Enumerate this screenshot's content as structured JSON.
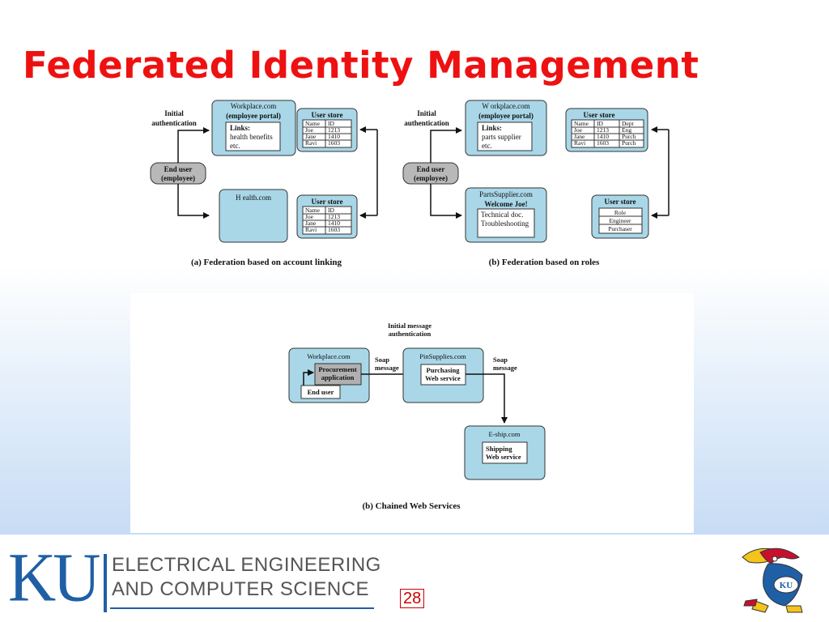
{
  "slide": {
    "title": "Federated Identity Management",
    "page_number": "28"
  },
  "footer": {
    "ku_logo": "KU",
    "dept_line1": "ELECTRICAL ENGINEERING",
    "dept_line2": "AND COMPUTER SCIENCE",
    "mascot_icon": "jayhawk-icon",
    "mascot_label": "KU"
  },
  "figure_a": {
    "caption": "(a) Federation based on account linking",
    "initial_auth_1": "Initial",
    "initial_auth_2": "authentication",
    "end_user_1": "End user",
    "end_user_2": "(employee)",
    "workplace_1": "Workplace.com",
    "workplace_2": "(employee portal)",
    "links_1": "Links:",
    "links_2": "health benefits",
    "links_3": "etc.",
    "health": "H ealth.com",
    "store_title": "User store",
    "store_headers": [
      "Name",
      "ID"
    ],
    "store_rows": [
      [
        "Joe",
        "1213"
      ],
      [
        "Jane",
        "1410"
      ],
      [
        "Ravi",
        "1603"
      ]
    ]
  },
  "figure_b": {
    "caption": "(b) Federation based on roles",
    "initial_auth_1": "Initial",
    "initial_auth_2": "authentication",
    "end_user_1": "End user",
    "end_user_2": "(employee)",
    "workplace_1": "W orkplace.com",
    "workplace_2": "(employee portal)",
    "links_1": "Links:",
    "links_2": "parts supplier",
    "links_3": "etc.",
    "supplier": "PartsSupplier.com",
    "welcome": "Welcome Joe!",
    "tech_1": "Technical doc.",
    "tech_2": "Troubleshooting",
    "store_title": "User store",
    "store_headers": [
      "Name",
      "ID",
      "Dept"
    ],
    "store_rows": [
      [
        "Joe",
        "1213",
        "Eng"
      ],
      [
        "Jane",
        "1410",
        "Purch"
      ],
      [
        "Ravi",
        "1603",
        "Purch"
      ]
    ],
    "role_title": "User store",
    "role_rows": [
      "Role",
      "Engineer",
      "Purchaser"
    ]
  },
  "figure_c": {
    "caption": "(b) Chained Web Services",
    "initial_msg_1": "Initial message",
    "initial_msg_2": "authentication",
    "workplace": "Workplace.com",
    "proc_1": "Procurement",
    "proc_2": "application",
    "end_user": "End user",
    "soap1_1": "Soap",
    "soap1_2": "message",
    "pin": "PinSupplies.com",
    "purch_1": "Purchasing",
    "purch_2": "Web service",
    "soap2_1": "Soap",
    "soap2_2": "message",
    "eship": "E-ship.com",
    "ship_1": "Shipping",
    "ship_2": "Web service"
  }
}
